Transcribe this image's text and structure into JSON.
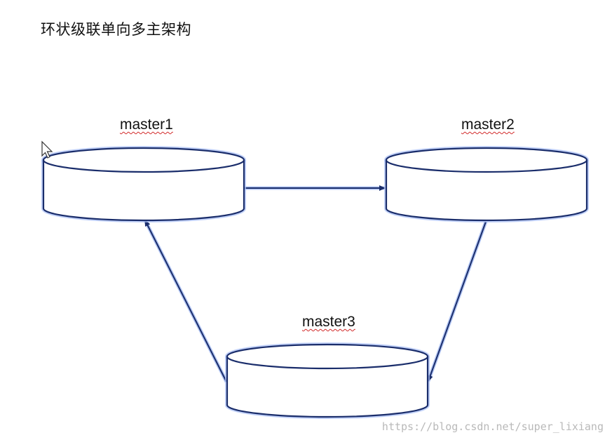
{
  "title": "环状级联单向多主架构",
  "nodes": [
    {
      "id": "master1",
      "label": "master1"
    },
    {
      "id": "master2",
      "label": "master2"
    },
    {
      "id": "master3",
      "label": "master3"
    }
  ],
  "edges": [
    {
      "from": "master1",
      "to": "master2"
    },
    {
      "from": "master2",
      "to": "master3"
    },
    {
      "from": "master3",
      "to": "master1"
    }
  ],
  "watermark": "https://blog.csdn.net/super_lixiang",
  "colors": {
    "stroke": "#1a2d6b",
    "glow": "#a9bff4",
    "spellcheck_underline": "#d22a2a"
  }
}
